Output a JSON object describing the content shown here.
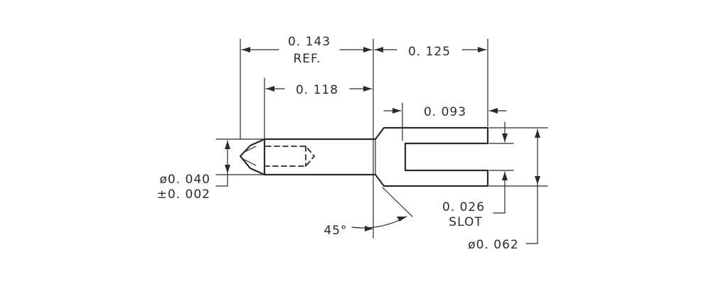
{
  "dimensions": {
    "overall_ref_value": "0. 143",
    "overall_ref_note": "REF.",
    "tip_to_shoulder": "0. 118",
    "fork_length": "0. 125",
    "slot_depth": "0. 093",
    "shank_diameter": "ø0. 040",
    "shank_tolerance": "±0. 002",
    "slot_width": "0. 026",
    "slot_note": "SLOT",
    "fork_diameter": "ø0. 062",
    "chamfer_angle": "45°"
  }
}
